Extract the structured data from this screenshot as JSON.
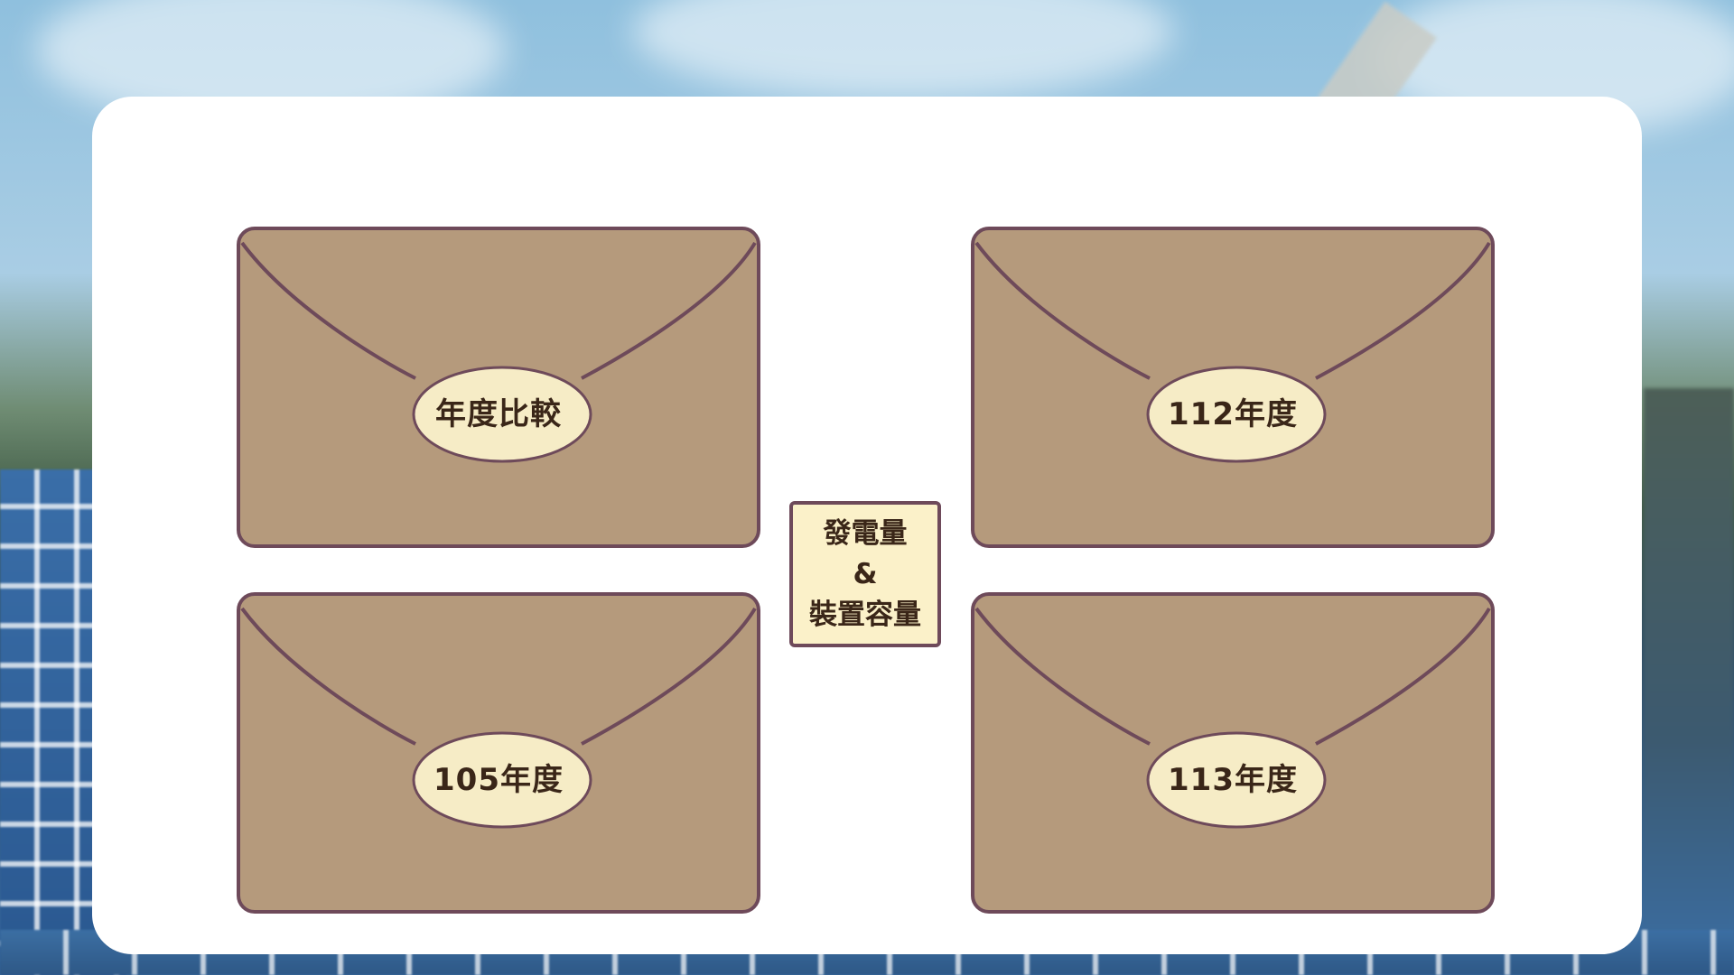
{
  "envelopes": [
    {
      "label": "年度比較"
    },
    {
      "label": "112年度"
    },
    {
      "label": "105年度"
    },
    {
      "label": "113年度"
    }
  ],
  "center": {
    "line1": "發電量",
    "line2": "&",
    "line3": "裝置容量"
  },
  "colors": {
    "envelope": "#b59a7c",
    "envelope_outline": "#6e4a5a",
    "seal": "#f6ecc6",
    "label_text": "#3a2618",
    "card": "#ffffff"
  }
}
